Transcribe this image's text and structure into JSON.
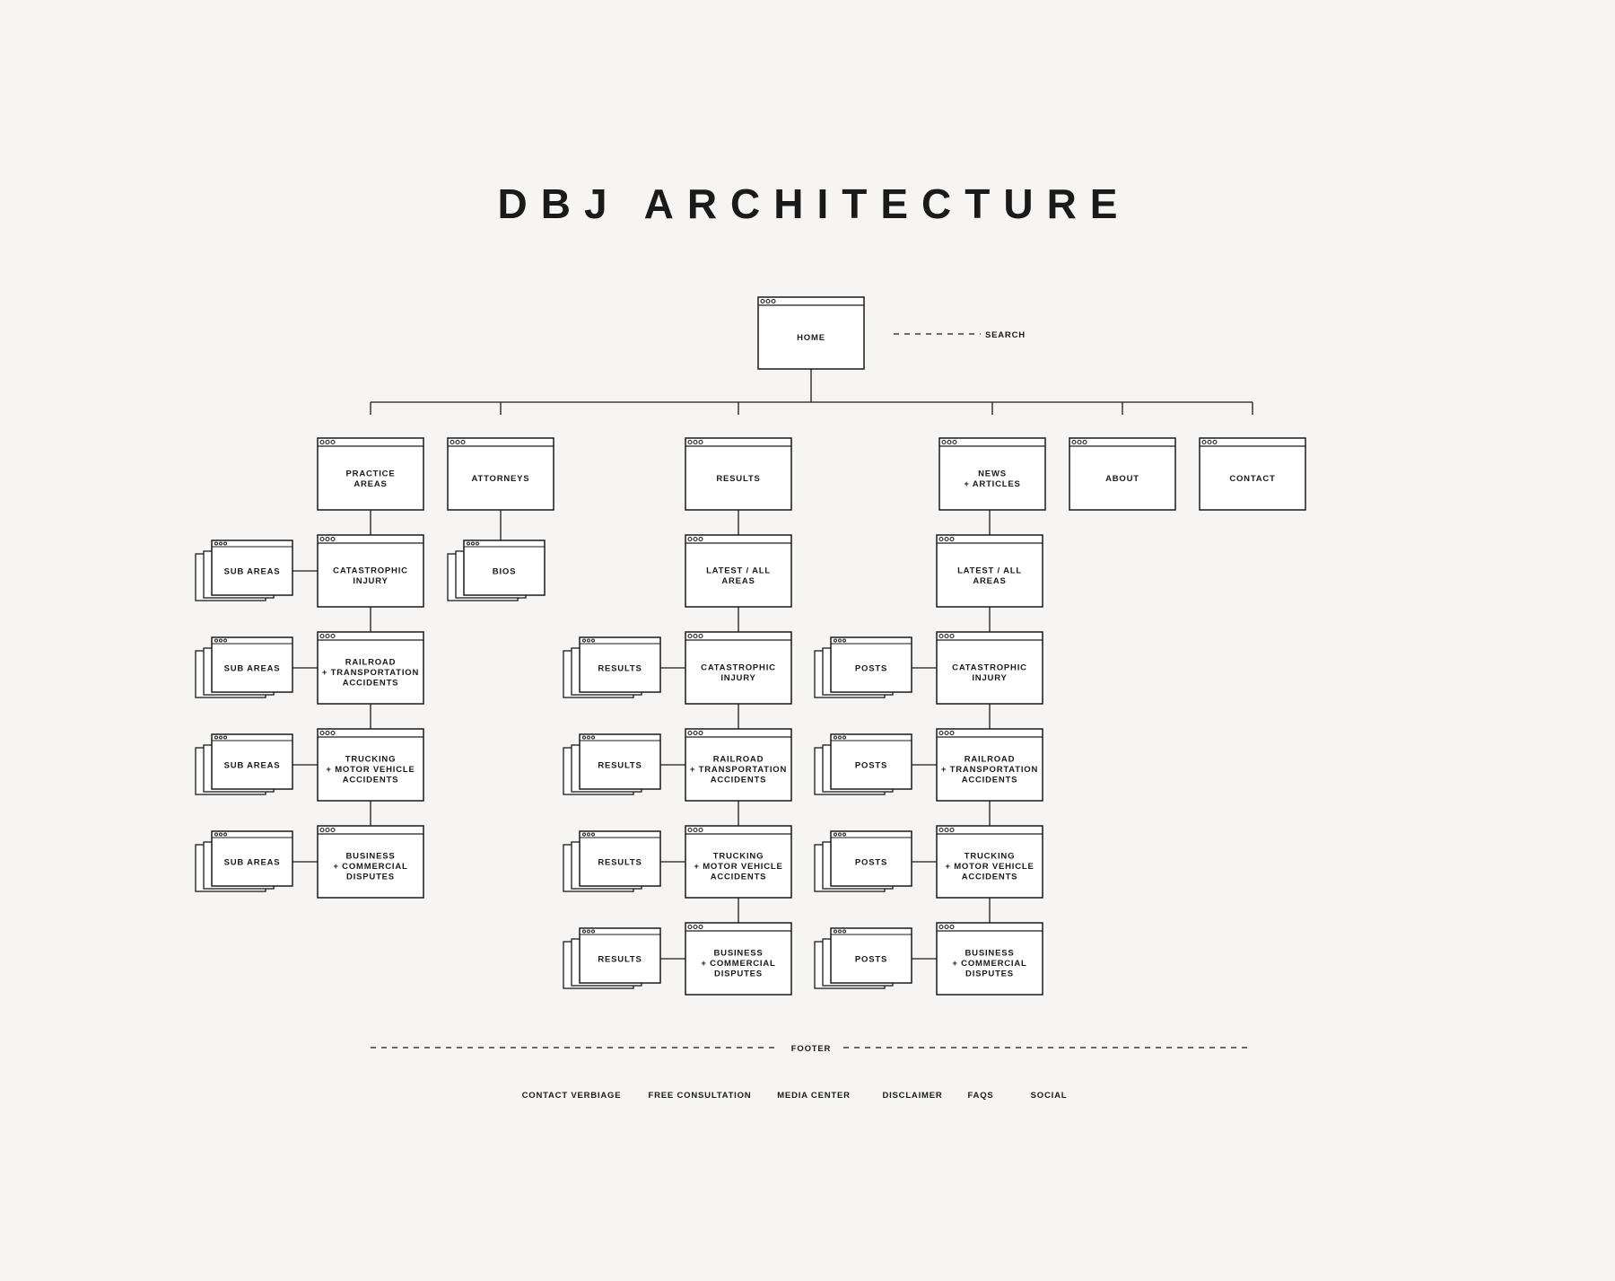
{
  "title": "DBJ ARCHITECTURE",
  "home": {
    "label": "HOME",
    "search_label": "SEARCH"
  },
  "top_nav": [
    {
      "id": "practice",
      "label": [
        "PRACTICE",
        "AREAS"
      ]
    },
    {
      "id": "attorneys",
      "label": [
        "ATTORNEYS"
      ]
    },
    {
      "id": "results",
      "label": [
        "RESULTS"
      ]
    },
    {
      "id": "news",
      "label": [
        "NEWS",
        "+ ARTICLES"
      ]
    },
    {
      "id": "about",
      "label": [
        "ABOUT"
      ]
    },
    {
      "id": "contact",
      "label": [
        "CONTACT"
      ]
    }
  ],
  "practice_children": [
    {
      "label": [
        "CATASTROPHIC",
        "INJURY"
      ],
      "stack": "SUB AREAS"
    },
    {
      "label": [
        "RAILROAD",
        "+ TRANSPORTATION",
        "ACCIDENTS"
      ],
      "stack": "SUB AREAS"
    },
    {
      "label": [
        "TRUCKING",
        "+ MOTOR VEHICLE",
        "ACCIDENTS"
      ],
      "stack": "SUB AREAS"
    },
    {
      "label": [
        "BUSINESS",
        "+ COMMERCIAL",
        "DISPUTES"
      ],
      "stack": "SUB AREAS"
    }
  ],
  "attorneys_children": [
    {
      "stack": "BIOS"
    }
  ],
  "results_children": [
    {
      "label": [
        "LATEST / ALL",
        "AREAS"
      ]
    },
    {
      "label": [
        "CATASTROPHIC",
        "INJURY"
      ],
      "stack": "RESULTS"
    },
    {
      "label": [
        "RAILROAD",
        "+ TRANSPORTATION",
        "ACCIDENTS"
      ],
      "stack": "RESULTS"
    },
    {
      "label": [
        "TRUCKING",
        "+ MOTOR VEHICLE",
        "ACCIDENTS"
      ],
      "stack": "RESULTS"
    },
    {
      "label": [
        "BUSINESS",
        "+ COMMERCIAL",
        "DISPUTES"
      ],
      "stack": "RESULTS"
    }
  ],
  "news_children": [
    {
      "label": [
        "LATEST / ALL",
        "AREAS"
      ]
    },
    {
      "label": [
        "CATASTROPHIC",
        "INJURY"
      ],
      "stack": "POSTS"
    },
    {
      "label": [
        "RAILROAD",
        "+ TRANSPORTATION",
        "ACCIDENTS"
      ],
      "stack": "POSTS"
    },
    {
      "label": [
        "TRUCKING",
        "+ MOTOR VEHICLE",
        "ACCIDENTS"
      ],
      "stack": "POSTS"
    },
    {
      "label": [
        "BUSINESS",
        "+ COMMERCIAL",
        "DISPUTES"
      ],
      "stack": "POSTS"
    }
  ],
  "footer": {
    "label": "FOOTER",
    "links": [
      "CONTACT VERBIAGE",
      "FREE CONSULTATION",
      "MEDIA CENTER",
      "DISCLAIMER",
      "FAQS",
      "SOCIAL"
    ]
  },
  "colors": {
    "background": "#f6f5f3",
    "stroke": "#1a1a1a",
    "box_fill": "#ffffff"
  }
}
